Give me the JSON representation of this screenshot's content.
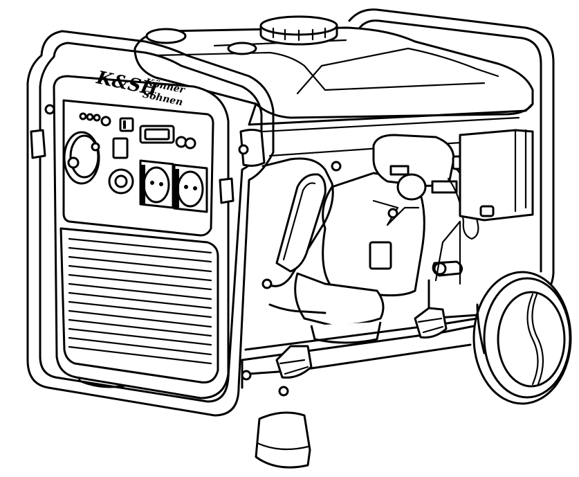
{
  "image": {
    "kind": "line-drawing",
    "subject": "portable generator",
    "stroke_color": "#000000",
    "background_color": "#ffffff"
  },
  "brand": {
    "monogram": "K&SH",
    "name_line1": "Könner",
    "name_line2": "Söhnen",
    "ampersand": "&"
  },
  "control_panel": {
    "sockets": 2,
    "indicator_lights": 3,
    "knobs": 1
  },
  "icons": [
    "fuel-cap-icon",
    "power-socket-icon",
    "wheel-icon",
    "carry-handle-icon",
    "display-icon"
  ]
}
